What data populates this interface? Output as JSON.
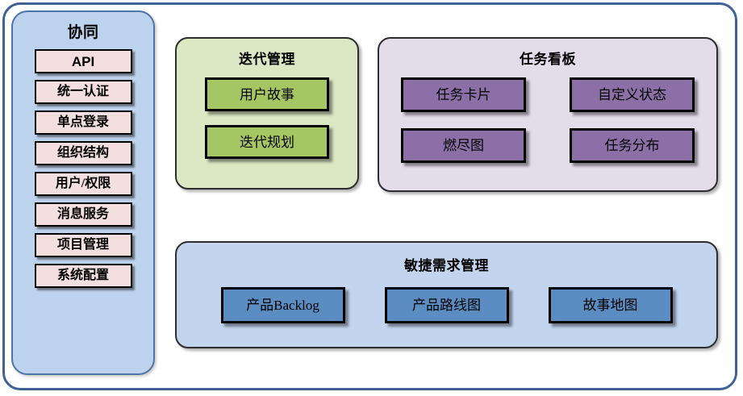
{
  "diagram": {
    "sidebar": {
      "title": "协同",
      "items": [
        {
          "label": "API"
        },
        {
          "label": "统一认证"
        },
        {
          "label": "单点登录"
        },
        {
          "label": "组织结构"
        },
        {
          "label": "用户/权限"
        },
        {
          "label": "消息服务"
        },
        {
          "label": "项目管理"
        },
        {
          "label": "系统配置"
        }
      ]
    },
    "panels": [
      {
        "id": "iteration",
        "title": "迭代管理",
        "items": [
          {
            "label": "用户故事"
          },
          {
            "label": "迭代规划"
          }
        ]
      },
      {
        "id": "taskboard",
        "title": "任务看板",
        "items": [
          {
            "label": "任务卡片"
          },
          {
            "label": "自定义状态"
          },
          {
            "label": "燃尽图"
          },
          {
            "label": "任务分布"
          }
        ]
      },
      {
        "id": "agile",
        "title": "敏捷需求管理",
        "items": [
          {
            "label": "产品Backlog"
          },
          {
            "label": "产品路线图"
          },
          {
            "label": "故事地图"
          }
        ]
      }
    ]
  },
  "colors": {
    "frame_border": "#3f6295",
    "sidebar_bg": "#bdd2ec",
    "sidebar_item_bg": "#f3dfdf",
    "iteration_panel_bg": "#dce7c3",
    "iteration_box_bg": "#a5c663",
    "taskboard_panel_bg": "#e3dcea",
    "taskboard_box_bg": "#8b6fa6",
    "agile_panel_bg": "#c2d4ee",
    "agile_box_bg": "#5b8cc2"
  }
}
